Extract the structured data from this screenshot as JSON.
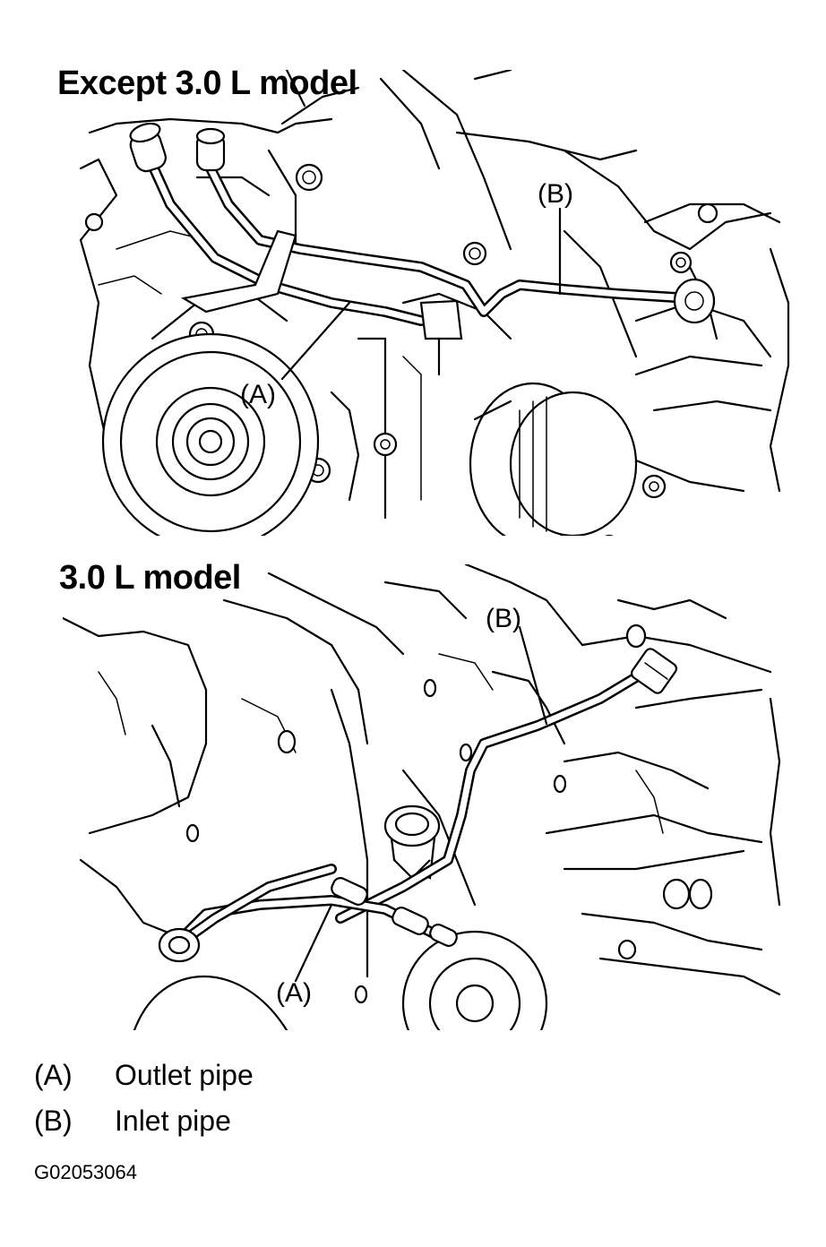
{
  "figures": {
    "top": {
      "title": "Except 3.0 L model",
      "callout_a": "(A)",
      "callout_b": "(B)"
    },
    "bottom": {
      "title": "3.0 L model",
      "callout_a": "(A)",
      "callout_b": "(B)"
    }
  },
  "legend": [
    {
      "key": "(A)",
      "label": "Outlet pipe"
    },
    {
      "key": "(B)",
      "label": "Inlet pipe"
    }
  ],
  "figure_code": "G02053064"
}
